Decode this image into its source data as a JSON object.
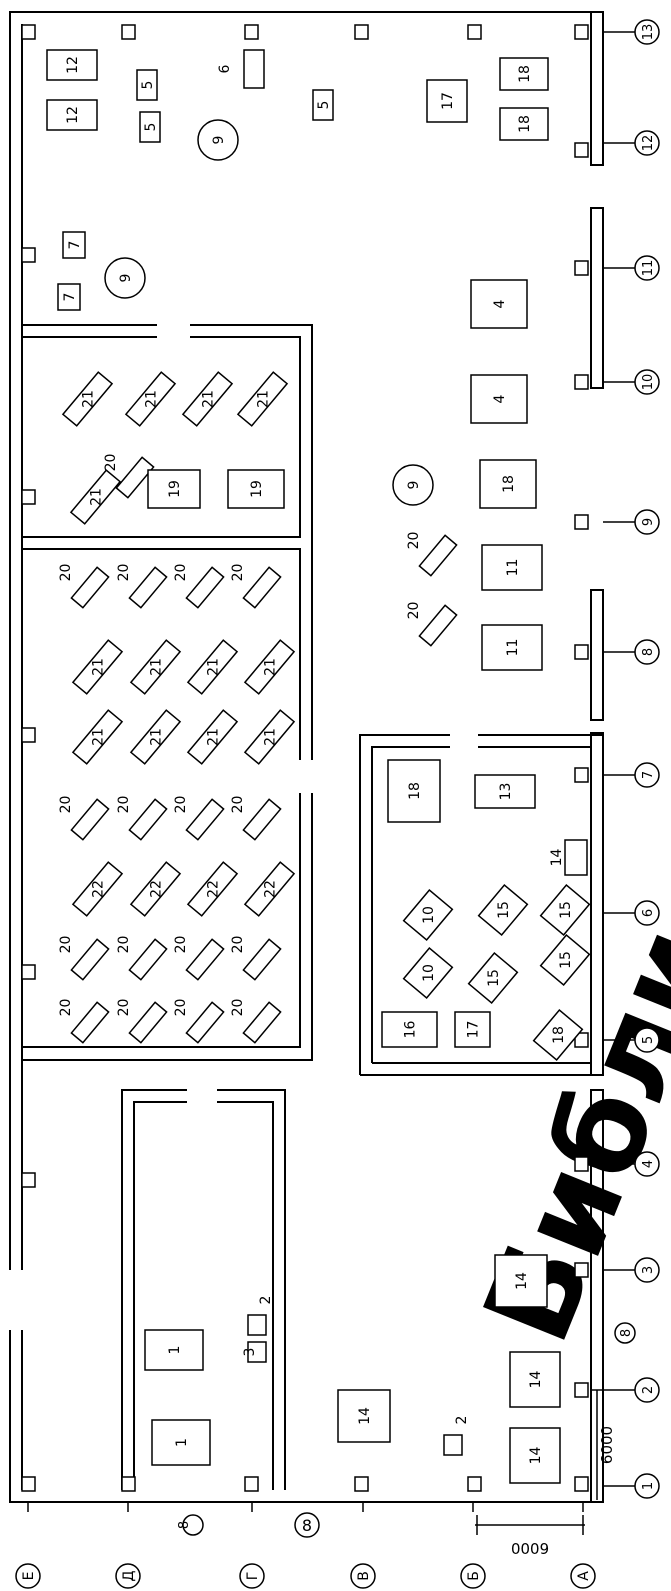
{
  "watermark": "Библиотека БГУИР",
  "dimensions": {
    "row_span": "6000",
    "column_span": "6000"
  },
  "row_axes": [
    "Е",
    "Д",
    "Г",
    "В",
    "Б",
    "А"
  ],
  "column_axes": [
    "1",
    "2",
    "3",
    "4",
    "5",
    "6",
    "7",
    "8",
    "9",
    "10",
    "11",
    "12",
    "13"
  ],
  "bay_marks": [
    "8",
    "8",
    "8"
  ],
  "equipment": [
    "12",
    "12",
    "5",
    "5",
    "5",
    "6",
    "9",
    "7",
    "7",
    "9",
    "17",
    "18",
    "18",
    "4",
    "4",
    "21",
    "21",
    "21",
    "21",
    "21",
    "20",
    "19",
    "19",
    "9",
    "20",
    "20",
    "18",
    "11",
    "11",
    "20",
    "20",
    "20",
    "20",
    "21",
    "21",
    "21",
    "21",
    "21",
    "21",
    "21",
    "21",
    "20",
    "20",
    "20",
    "20",
    "22",
    "22",
    "22",
    "22",
    "20",
    "20",
    "20",
    "20",
    "20",
    "20",
    "20",
    "20",
    "18",
    "13",
    "14",
    "10",
    "10",
    "15",
    "15",
    "15",
    "15",
    "16",
    "17",
    "18",
    "1",
    "1",
    "2",
    "3",
    "2",
    "14",
    "14",
    "14",
    "14"
  ]
}
